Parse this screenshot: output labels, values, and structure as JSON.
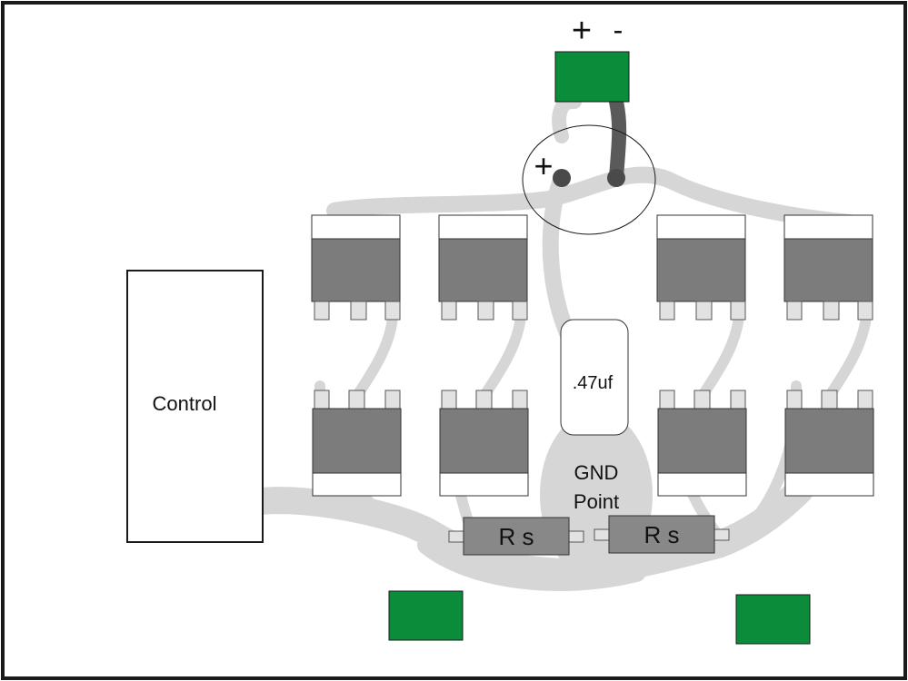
{
  "power_connector": {
    "plus": "+",
    "minus": "-"
  },
  "electrolytic_cap": {
    "polarity": "+"
  },
  "control_block": {
    "label": "Control"
  },
  "film_cap": {
    "label": ".47uf"
  },
  "ground": {
    "line1": "GND",
    "line2": "Point"
  },
  "resistors": {
    "left": "R s",
    "right": "R s"
  },
  "colors": {
    "border": "#1a1a1a",
    "trace": "#d6d6d6",
    "dark_trace": "#5a5a5a",
    "connector": "#0b8c3b",
    "transistor_body": "#7c7c7c",
    "resistor_body": "#888888",
    "pad": "#e2e2e2"
  }
}
